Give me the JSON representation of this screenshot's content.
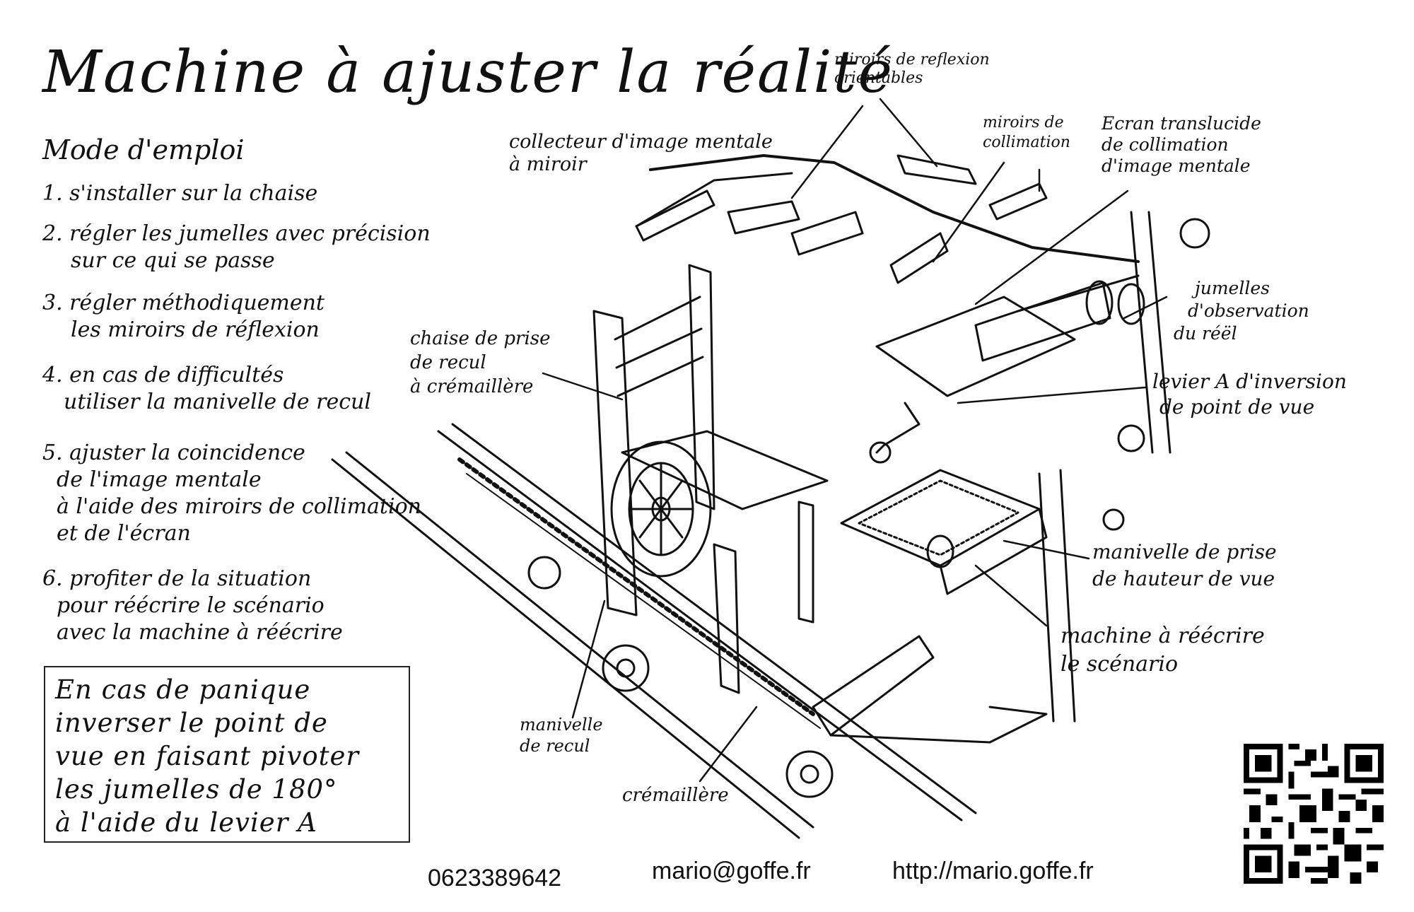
{
  "title": "Machine à ajuster la réalité",
  "instructions": {
    "heading": "Mode d'emploi",
    "steps": [
      [
        "1. s'installer sur la chaise"
      ],
      [
        "2. régler les jumelles avec précision",
        "sur ce qui se passe"
      ],
      [
        "3. régler méthodiquement",
        "les miroirs de réflexion"
      ],
      [
        "4. en cas de difficultés",
        "utiliser la manivelle de recul"
      ],
      [
        "5. ajuster la coincidence",
        "de l'image mentale",
        "à l'aide des miroirs de collimation",
        "et de l'écran"
      ],
      [
        "6. profiter de la situation",
        "pour réécrire le scénario",
        "avec la machine à réécrire"
      ]
    ]
  },
  "panic_box": {
    "lines": [
      "En cas de panique",
      "inverser le point de",
      "vue en faisant pivoter",
      "les jumelles de 180°",
      "à l'aide du levier A"
    ]
  },
  "labels": {
    "miroirs_reflexion": [
      "miroirs de reflexion",
      "orientables"
    ],
    "collecteur": [
      "collecteur d'image mentale",
      "à miroir"
    ],
    "miroirs_collimation": [
      "miroirs de",
      "collimation"
    ],
    "ecran": [
      "Ecran translucide",
      "de collimation",
      "d'image mentale"
    ],
    "jumelles": [
      "jumelles",
      "d'observation",
      "du réël"
    ],
    "chaise": [
      "chaise de prise",
      "de recul",
      "à crémaillère"
    ],
    "levier": [
      "levier A d'inversion",
      "de point de vue"
    ],
    "manivelle_hauteur": [
      "manivelle de prise",
      "de hauteur de vue"
    ],
    "machine_reecrire": [
      "machine à réécrire",
      "le scénario"
    ],
    "manivelle_recul": [
      "manivelle",
      "de recul"
    ],
    "cremaillere": [
      "crémaillère"
    ]
  },
  "footer": {
    "phone": "0623389642",
    "email": "mario@goffe.fr",
    "url": "http://mario.goffe.fr"
  }
}
